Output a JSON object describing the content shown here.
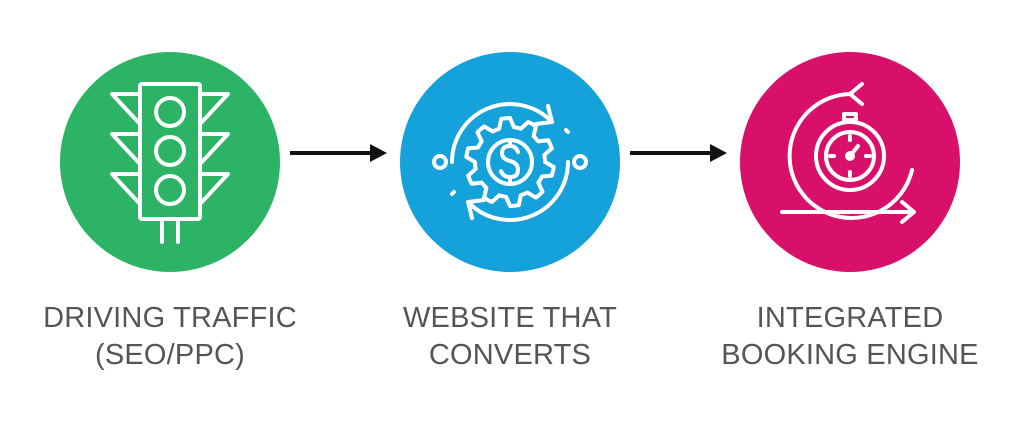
{
  "colors": {
    "step1": "#2db366",
    "step2": "#15a1da",
    "step3": "#d8106a",
    "arrow": "#111111",
    "label": "#555555"
  },
  "steps": [
    {
      "icon": "traffic-light-icon",
      "label_line1": "DRIVING TRAFFIC",
      "label_line2": "(SEO/PPC)"
    },
    {
      "icon": "dollar-gear-cycle-icon",
      "label_line1": "WEBSITE THAT",
      "label_line2": "CONVERTS"
    },
    {
      "icon": "stopwatch-cycle-icon",
      "label_line1": "INTEGRATED",
      "label_line2": "BOOKING ENGINE"
    }
  ]
}
